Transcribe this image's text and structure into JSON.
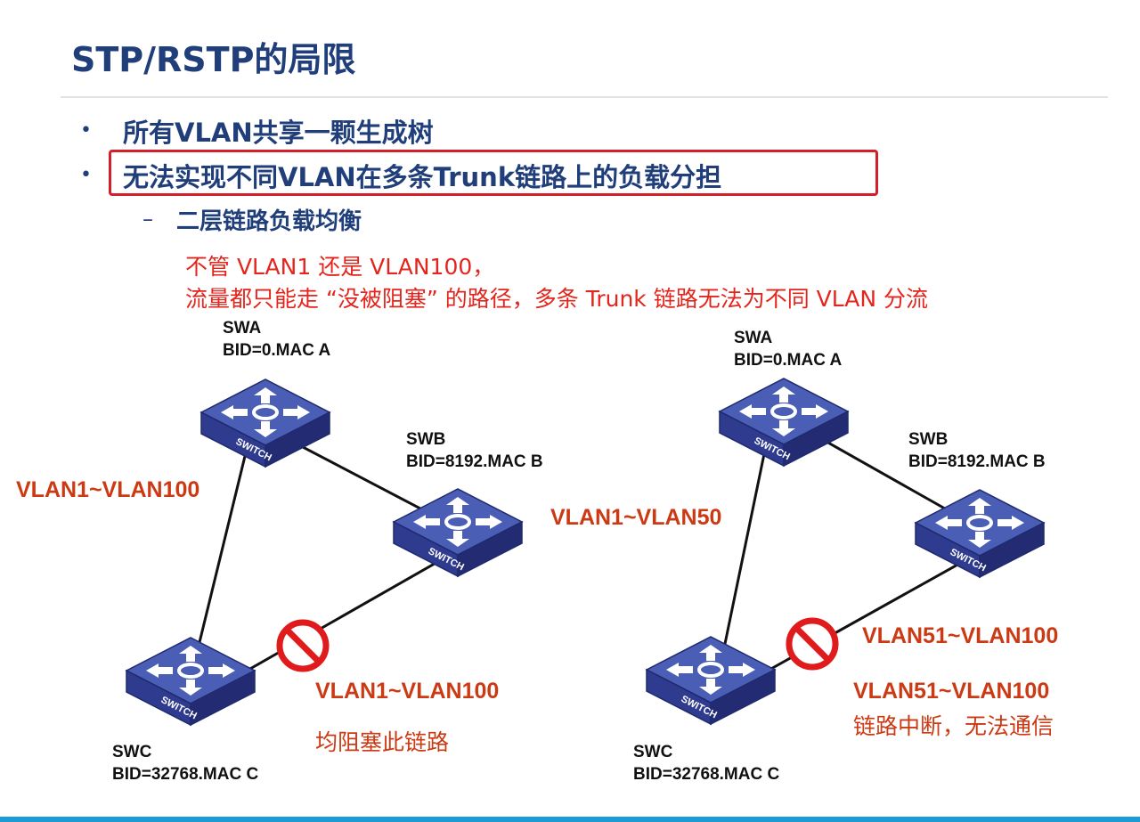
{
  "slide": {
    "title": "STP/RSTP的局限",
    "bullets": [
      "所有VLAN共享一颗生成树",
      "无法实现不同VLAN在多条Trunk链路上的负载分担"
    ],
    "sub_bullet": "二层链路负载均衡",
    "note_lines": [
      "不管 VLAN1 还是 VLAN100，",
      "流量都只能走 “没被阻塞” 的路径，多条 Trunk 链路无法为不同 VLAN 分流"
    ]
  },
  "diagram_left": {
    "swa": {
      "name": "SWA",
      "bid": "BID=0.MAC A"
    },
    "swb": {
      "name": "SWB",
      "bid": "BID=8192.MAC B"
    },
    "swc": {
      "name": "SWC",
      "bid": "BID=32768.MAC C"
    },
    "vlan_a_c": "VLAN1~VLAN100",
    "blocked_vlan": "VLAN1~VLAN100",
    "blocked_note": "均阻塞此链路"
  },
  "diagram_right": {
    "swa": {
      "name": "SWA",
      "bid": "BID=0.MAC A"
    },
    "swb": {
      "name": "SWB",
      "bid": "BID=8192.MAC B"
    },
    "swc": {
      "name": "SWC",
      "bid": "BID=32768.MAC C"
    },
    "vlan_a_c": "VLAN1~VLAN50",
    "vlan_b_c": "VLAN51~VLAN100",
    "blocked_vlan": "VLAN51~VLAN100",
    "blocked_note": "链路中断，无法通信"
  },
  "switch_text": "SWITCH",
  "colors": {
    "title": "#1f3e7a",
    "highlight_border": "#d21f2a",
    "note": "#e3261d",
    "vlan_label": "#cc3a14",
    "switch_top": "#4a5eb5",
    "switch_side": "#26307a",
    "block_sign": "#e01b1b",
    "bottom_bar": "#1e9ad6"
  },
  "icons": [
    "switch-icon",
    "blocked-icon"
  ]
}
